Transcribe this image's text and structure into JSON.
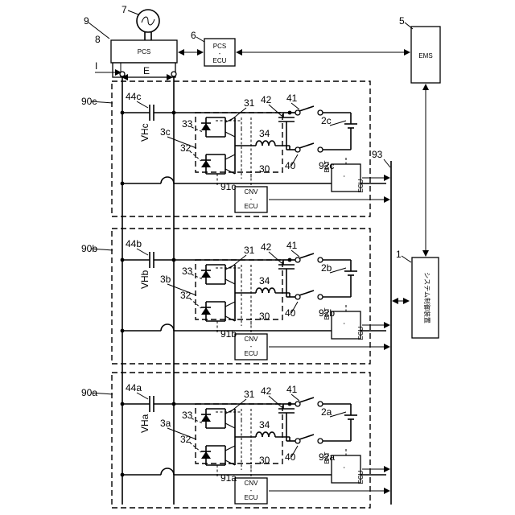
{
  "labels": {
    "ems": "EMS",
    "pcs": "PCS",
    "pcs_ecu_1": "PCS",
    "pcs_ecu_2": "-",
    "pcs_ecu_3": "ECU",
    "system_ctrl": "システム制御装置",
    "n9": "9",
    "n8": "8",
    "n7": "7",
    "n6": "6",
    "n5": "5",
    "n1": "1",
    "n93": "93",
    "I": "I",
    "E": "E",
    "unit_c": {
      "unit": "90c",
      "cap": "44c",
      "vh": "VHc",
      "conv": "3c",
      "bat": "2c",
      "bat_ecu": "92c",
      "cnv_ecu": "91c"
    },
    "unit_b": {
      "unit": "90b",
      "cap": "44b",
      "vh": "VHb",
      "conv": "3b",
      "bat": "2b",
      "bat_ecu": "92b",
      "cnv_ecu": "91b"
    },
    "unit_a": {
      "unit": "90a",
      "cap": "44a",
      "vh": "VHa",
      "conv": "3a",
      "bat": "2a",
      "bat_ecu": "92a",
      "cnv_ecu": "91a"
    },
    "n31": "31",
    "n42": "42",
    "n41": "41",
    "n33": "33",
    "n32": "32",
    "n34": "34",
    "n30": "30",
    "n40": "40",
    "bat_box": [
      "BAT",
      "-",
      "ECU"
    ],
    "cnv_box": [
      "CNV",
      "-",
      "ECU"
    ]
  }
}
